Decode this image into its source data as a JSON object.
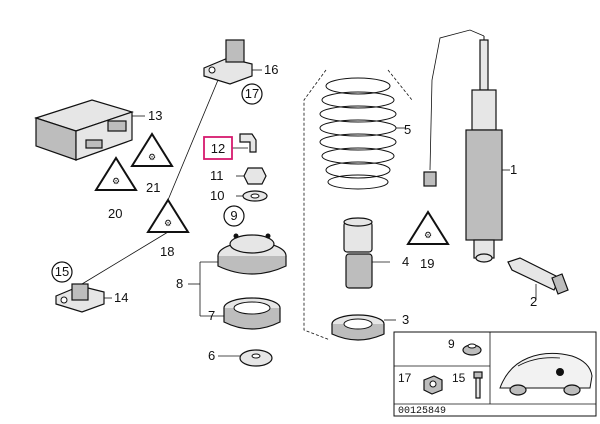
{
  "diagram": {
    "highlight_color": "#d6196e",
    "callouts": [
      {
        "id": "c1",
        "text": "1",
        "shape": "none",
        "highlighted": false
      },
      {
        "id": "c2",
        "text": "2",
        "shape": "none",
        "highlighted": false
      },
      {
        "id": "c3",
        "text": "3",
        "shape": "none",
        "highlighted": false
      },
      {
        "id": "c4",
        "text": "4",
        "shape": "none",
        "highlighted": false
      },
      {
        "id": "c5",
        "text": "5",
        "shape": "none",
        "highlighted": false
      },
      {
        "id": "c6",
        "text": "6",
        "shape": "none",
        "highlighted": false
      },
      {
        "id": "c7",
        "text": "7",
        "shape": "none",
        "highlighted": false
      },
      {
        "id": "c8",
        "text": "8",
        "shape": "none",
        "highlighted": false
      },
      {
        "id": "c9",
        "text": "9",
        "shape": "circle",
        "highlighted": false
      },
      {
        "id": "c10",
        "text": "10",
        "shape": "none",
        "highlighted": false
      },
      {
        "id": "c11",
        "text": "11",
        "shape": "none",
        "highlighted": false
      },
      {
        "id": "c12",
        "text": "12",
        "shape": "box",
        "highlighted": true
      },
      {
        "id": "c13",
        "text": "13",
        "shape": "none",
        "highlighted": false
      },
      {
        "id": "c14",
        "text": "14",
        "shape": "none",
        "highlighted": false
      },
      {
        "id": "c15",
        "text": "15",
        "shape": "circle",
        "highlighted": false
      },
      {
        "id": "c16",
        "text": "16",
        "shape": "none",
        "highlighted": false
      },
      {
        "id": "c17",
        "text": "17",
        "shape": "circle",
        "highlighted": false
      },
      {
        "id": "c18",
        "text": "18",
        "shape": "none",
        "highlighted": false
      },
      {
        "id": "c19",
        "text": "19",
        "shape": "none",
        "highlighted": false
      },
      {
        "id": "c20",
        "text": "20",
        "shape": "none",
        "highlighted": false
      },
      {
        "id": "c21",
        "text": "21",
        "shape": "none",
        "highlighted": false
      }
    ],
    "inset": {
      "items": [
        {
          "id": "i9",
          "text": "9"
        },
        {
          "id": "i17",
          "text": "17"
        },
        {
          "id": "i15",
          "text": "15"
        }
      ],
      "reference": "00125849"
    },
    "icons": [
      "warning-triangle-icon",
      "car-silhouette-icon",
      "spring-icon",
      "shock-absorber-icon"
    ]
  }
}
